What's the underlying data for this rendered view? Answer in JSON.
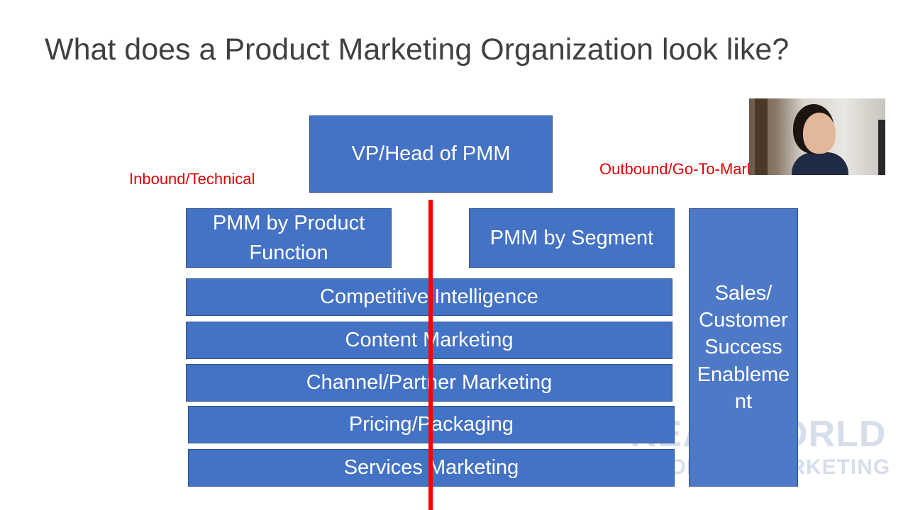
{
  "slide": {
    "title": "What does a Product Marketing Organization look like?"
  },
  "labels": {
    "left": "Inbound/Technical",
    "right": "Outbound/Go-To-Market"
  },
  "boxes": {
    "head": "VP/Head of PMM",
    "product_function": [
      "PMM by Product",
      "Function"
    ],
    "segment": "PMM by Segment",
    "competitive": "Competitive Intelligence",
    "content": "Content Marketing",
    "channel": "Channel/Partner Marketing",
    "pricing": "Pricing/Packaging",
    "services": "Services Marketing",
    "sales_enablement": [
      "Sales/",
      "Customer",
      "Success",
      "Enableme",
      "nt"
    ]
  },
  "watermark": {
    "line1": "REAL WORLD",
    "line2": "PRODUCT MARKETING"
  },
  "colors": {
    "box_fill": "#4472c4",
    "label_red": "#e00000",
    "divider_red": "#ff0000"
  }
}
